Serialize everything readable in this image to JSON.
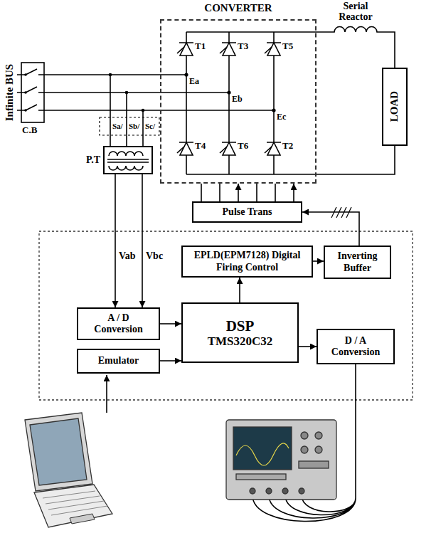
{
  "diagram": {
    "nodes": [
      {
        "text": [
          "CONVERTER"
        ]
      },
      {
        "text": [
          "LOAD"
        ]
      },
      {
        "text": [
          "P.T"
        ]
      },
      {
        "text": [
          "Pulse Trans"
        ]
      },
      {
        "text": [
          "EPLD(EPM7128) Digital Firing Control"
        ]
      },
      {
        "text": [
          "Inverting Buffer"
        ]
      },
      {
        "text": [
          "A / D Conversion"
        ]
      },
      {
        "text": [
          "DSP",
          "TMS320C32"
        ]
      },
      {
        "text": [
          "D / A Conversion"
        ]
      },
      {
        "text": [
          "Emulator"
        ]
      }
    ],
    "edges": [
      {
        "from": 6,
        "to": 7,
        "arrow": "to"
      },
      {
        "from": 9,
        "to": 7,
        "arrow": "to"
      },
      {
        "from": 7,
        "to": 4,
        "arrow": "to"
      },
      {
        "from": 4,
        "to": 5,
        "arrow": "to"
      },
      {
        "from": 7,
        "to": 8,
        "arrow": "to"
      },
      {
        "from": 5,
        "to": 3,
        "arrow": "to"
      },
      {
        "from": 3,
        "to": 0,
        "arrow": "to"
      },
      {
        "from": 2,
        "to": 6,
        "arrow": "to",
        "label": "Vab"
      },
      {
        "from": 2,
        "to": 6,
        "arrow": "to",
        "label": "Vbc"
      },
      {
        "from": 0,
        "to": 1,
        "arrow": "none"
      }
    ],
    "labels": [
      "Infinite BUS",
      "C.B",
      "Sa/",
      "Sb/",
      "Sc/",
      "T1",
      "T3",
      "T5",
      "T4",
      "T6",
      "T2",
      "Ea",
      "Eb",
      "Ec",
      "Serial Reactor"
    ]
  }
}
